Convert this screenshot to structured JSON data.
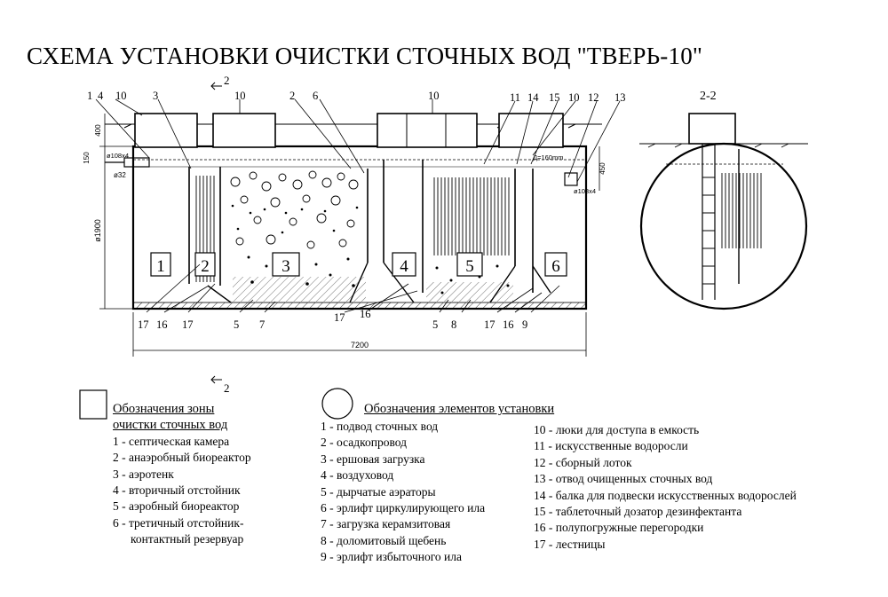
{
  "title": "СХЕМА УСТАНОВКИ ОЧИСТКИ СТОЧНЫХ ВОД \"ТВЕРЬ-10\"",
  "section_label": "2-2",
  "section_mark": "2",
  "dimensions": {
    "length": "7200",
    "height": "ø1900",
    "d400": "400",
    "d150": "150",
    "d450": "450",
    "inlet_pipe": "ø108х4",
    "pipe32": "ø32",
    "outlet_pipe": "ø108х4",
    "d160": "Д=160mm"
  },
  "zone_numbers": [
    "1",
    "2",
    "3",
    "4",
    "5",
    "6"
  ],
  "callouts_top": [
    "1",
    "4",
    "10",
    "3",
    "10",
    "2",
    "6",
    "10",
    "11",
    "14",
    "15",
    "10",
    "12",
    "13"
  ],
  "callouts_bottom": [
    "17",
    "16",
    "17",
    "5",
    "7",
    "17",
    "16",
    "5",
    "8",
    "17",
    "16",
    "9"
  ],
  "legend_zones": {
    "title_line1": "Обозначения зоны",
    "title_line2": "очистки сточных вод",
    "items": [
      "1  - септическая камера",
      "2  - анаэробный биореактор",
      "3  - аэротенк",
      "4  - вторичный отстойник",
      "5  - аэробный биореактор",
      "6 - третичный отстойник-",
      "контактный резервуар"
    ]
  },
  "legend_elements": {
    "title": "Обозначения  элементов установки",
    "col1": [
      "1 - подвод сточных вод",
      "2 - осадкопровод",
      "3 - ершовая загрузка",
      "4 - воздуховод",
      "5 - дырчатые аэраторы",
      "6 - эрлифт циркулирующего ила",
      "7 - загрузка керамзитовая",
      "8 - доломитовый щебень",
      "9 - эрлифт избыточного ила"
    ],
    "col2": [
      "10 - люки для доступа в емкость",
      "11 - искусственные водоросли",
      "12 - сборный лоток",
      "13 - отвод очищенных сточных вод",
      "14 - балка для подвески искусственных водорослей",
      "15 - таблеточный дозатор дезинфектанта",
      "16 - полупогружные перегородки",
      "17 - лестницы"
    ]
  }
}
